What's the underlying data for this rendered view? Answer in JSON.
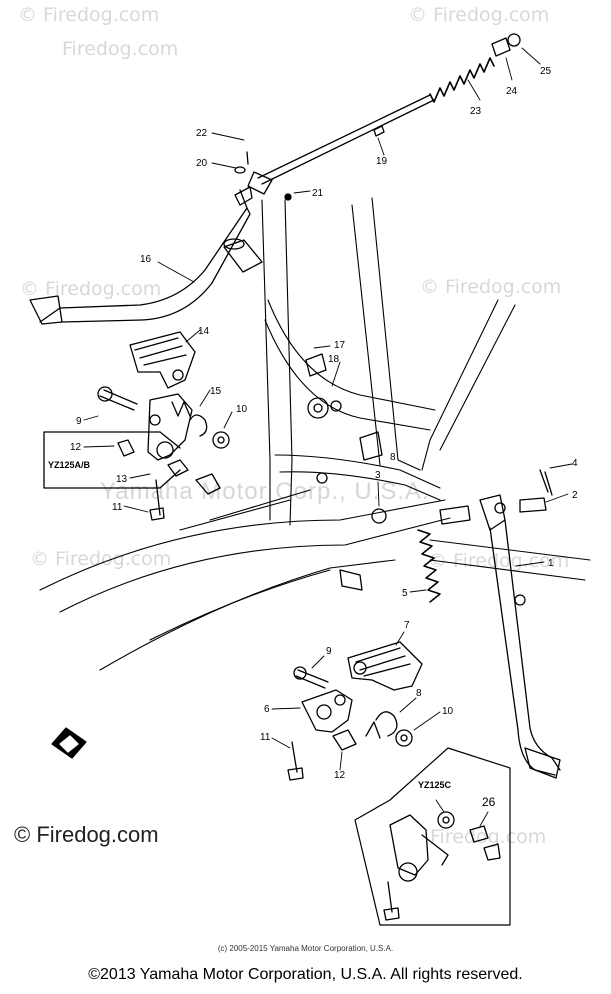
{
  "watermark": {
    "site": "Firedog.com",
    "site_prefixed": "© Firedog.com",
    "center": "Yamaha Motor Corp., U.S.A."
  },
  "callouts": {
    "c1": "1",
    "c2": "2",
    "c3": "3",
    "c4": "4",
    "c5": "5",
    "c6": "6",
    "c7": "7",
    "c8a": "8",
    "c8b": "8",
    "c9a": "9",
    "c9b": "9",
    "c10a": "10",
    "c10b": "10",
    "c11a": "11",
    "c11b": "11",
    "c12a": "12",
    "c12b": "12",
    "c13": "13",
    "c14": "14",
    "c15": "15",
    "c16": "16",
    "c17": "17",
    "c18": "18",
    "c19": "19",
    "c20": "20",
    "c21": "21",
    "c22": "22",
    "c23": "23",
    "c24": "24",
    "c25": "25",
    "c26": "26"
  },
  "model_labels": {
    "yz125ab": "YZ125A/B",
    "yz125c": "YZ125C"
  },
  "footer": {
    "internal_copyright": "(c) 2005-2015 Yamaha Motor Corporation, U.S.A.",
    "copyright": "©2013 Yamaha Motor Corporation, U.S.A. All rights reserved."
  }
}
